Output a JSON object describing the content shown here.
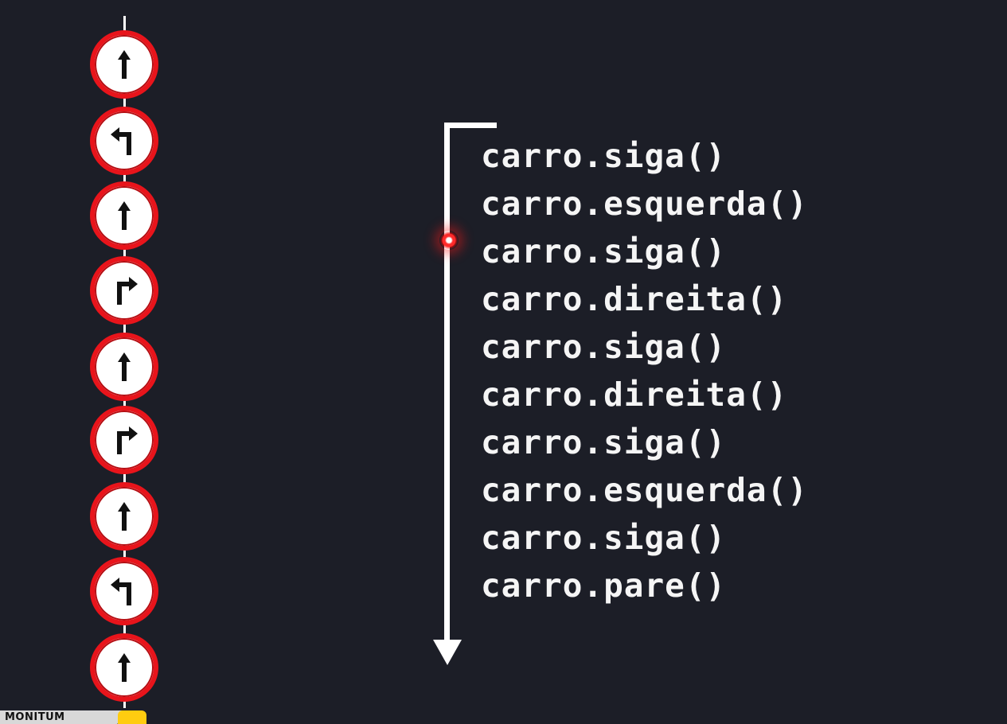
{
  "colors": {
    "background": "#1c1e27",
    "sign_border": "#e8141b",
    "sign_fill": "#ffffff",
    "arrow_glyph": "#111111",
    "code_text": "#f5f5f5",
    "cursor_glow": "#ff2a2a",
    "logo_accent": "#ffcc10"
  },
  "road_signs": [
    {
      "direction": "straight",
      "icon": "straight-arrow-icon"
    },
    {
      "direction": "left",
      "icon": "turn-left-arrow-icon"
    },
    {
      "direction": "straight",
      "icon": "straight-arrow-icon"
    },
    {
      "direction": "right",
      "icon": "turn-right-arrow-icon"
    },
    {
      "direction": "straight",
      "icon": "straight-arrow-icon"
    },
    {
      "direction": "right",
      "icon": "turn-right-arrow-icon"
    },
    {
      "direction": "straight",
      "icon": "straight-arrow-icon"
    },
    {
      "direction": "left",
      "icon": "turn-left-arrow-icon"
    },
    {
      "direction": "straight",
      "icon": "straight-arrow-icon"
    }
  ],
  "code_lines": [
    "carro.siga()",
    "carro.esquerda()",
    "carro.siga()",
    "carro.direita()",
    "carro.siga()",
    "carro.direita()",
    "carro.siga()",
    "carro.esquerda()",
    "carro.siga()",
    "carro.pare()"
  ],
  "logo": {
    "text": "MONITUM"
  }
}
